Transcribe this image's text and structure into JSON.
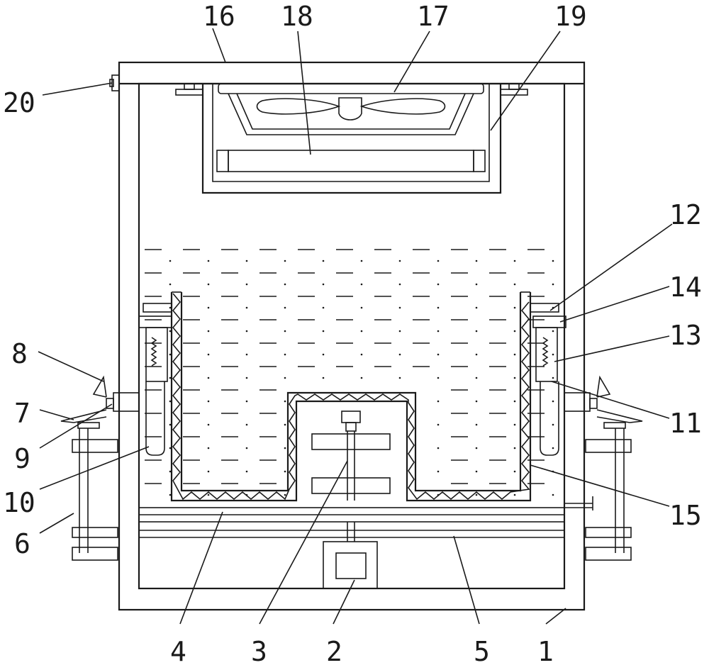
{
  "labels": {
    "l1": "1",
    "l2": "2",
    "l3": "3",
    "l4": "4",
    "l5": "5",
    "l6": "6",
    "l7": "7",
    "l8": "8",
    "l9": "9",
    "l10": "10",
    "l11": "11",
    "l12": "12",
    "l13": "13",
    "l14": "14",
    "l15": "15",
    "l16": "16",
    "l17": "17",
    "l18": "18",
    "l19": "19",
    "l20": "20"
  },
  "colors": {
    "line": "#1a1a1a",
    "background": "#ffffff"
  }
}
